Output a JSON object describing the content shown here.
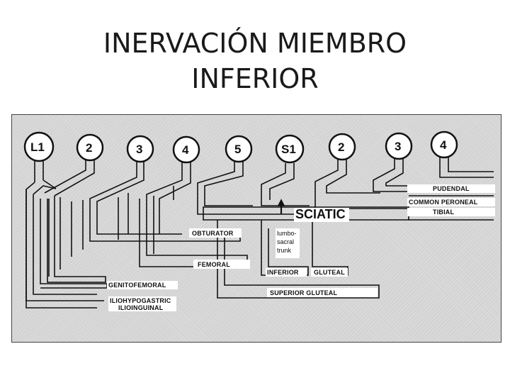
{
  "title": {
    "line1": "INERVACIÓN MIEMBRO",
    "line2": "INFERIOR"
  },
  "diagram": {
    "roots": [
      "L1",
      "2",
      "3",
      "4",
      "5",
      "S1",
      "2",
      "3",
      "4"
    ],
    "nerves": {
      "sciatic": "SCIATIC",
      "pudendal": "PUDENDAL",
      "common_peroneal": "COMMON PERONEAL",
      "tibial": "TIBIAL",
      "obturator": "OBTURATOR",
      "femoral": "FEMORAL",
      "inferior": "INFERIOR",
      "gluteal": "GLUTEAL",
      "superior_gluteal": "SUPERIOR GLUTEAL",
      "genitofemoral": "GENITOFEMORAL",
      "iliohypogastric": "ILIOHYPOGASTRIC",
      "ilioinguinal": "ILIOINGUINAL"
    },
    "lumbosacral": {
      "line1": "lumbo-",
      "line2": "sacral",
      "line3": "trunk"
    }
  }
}
